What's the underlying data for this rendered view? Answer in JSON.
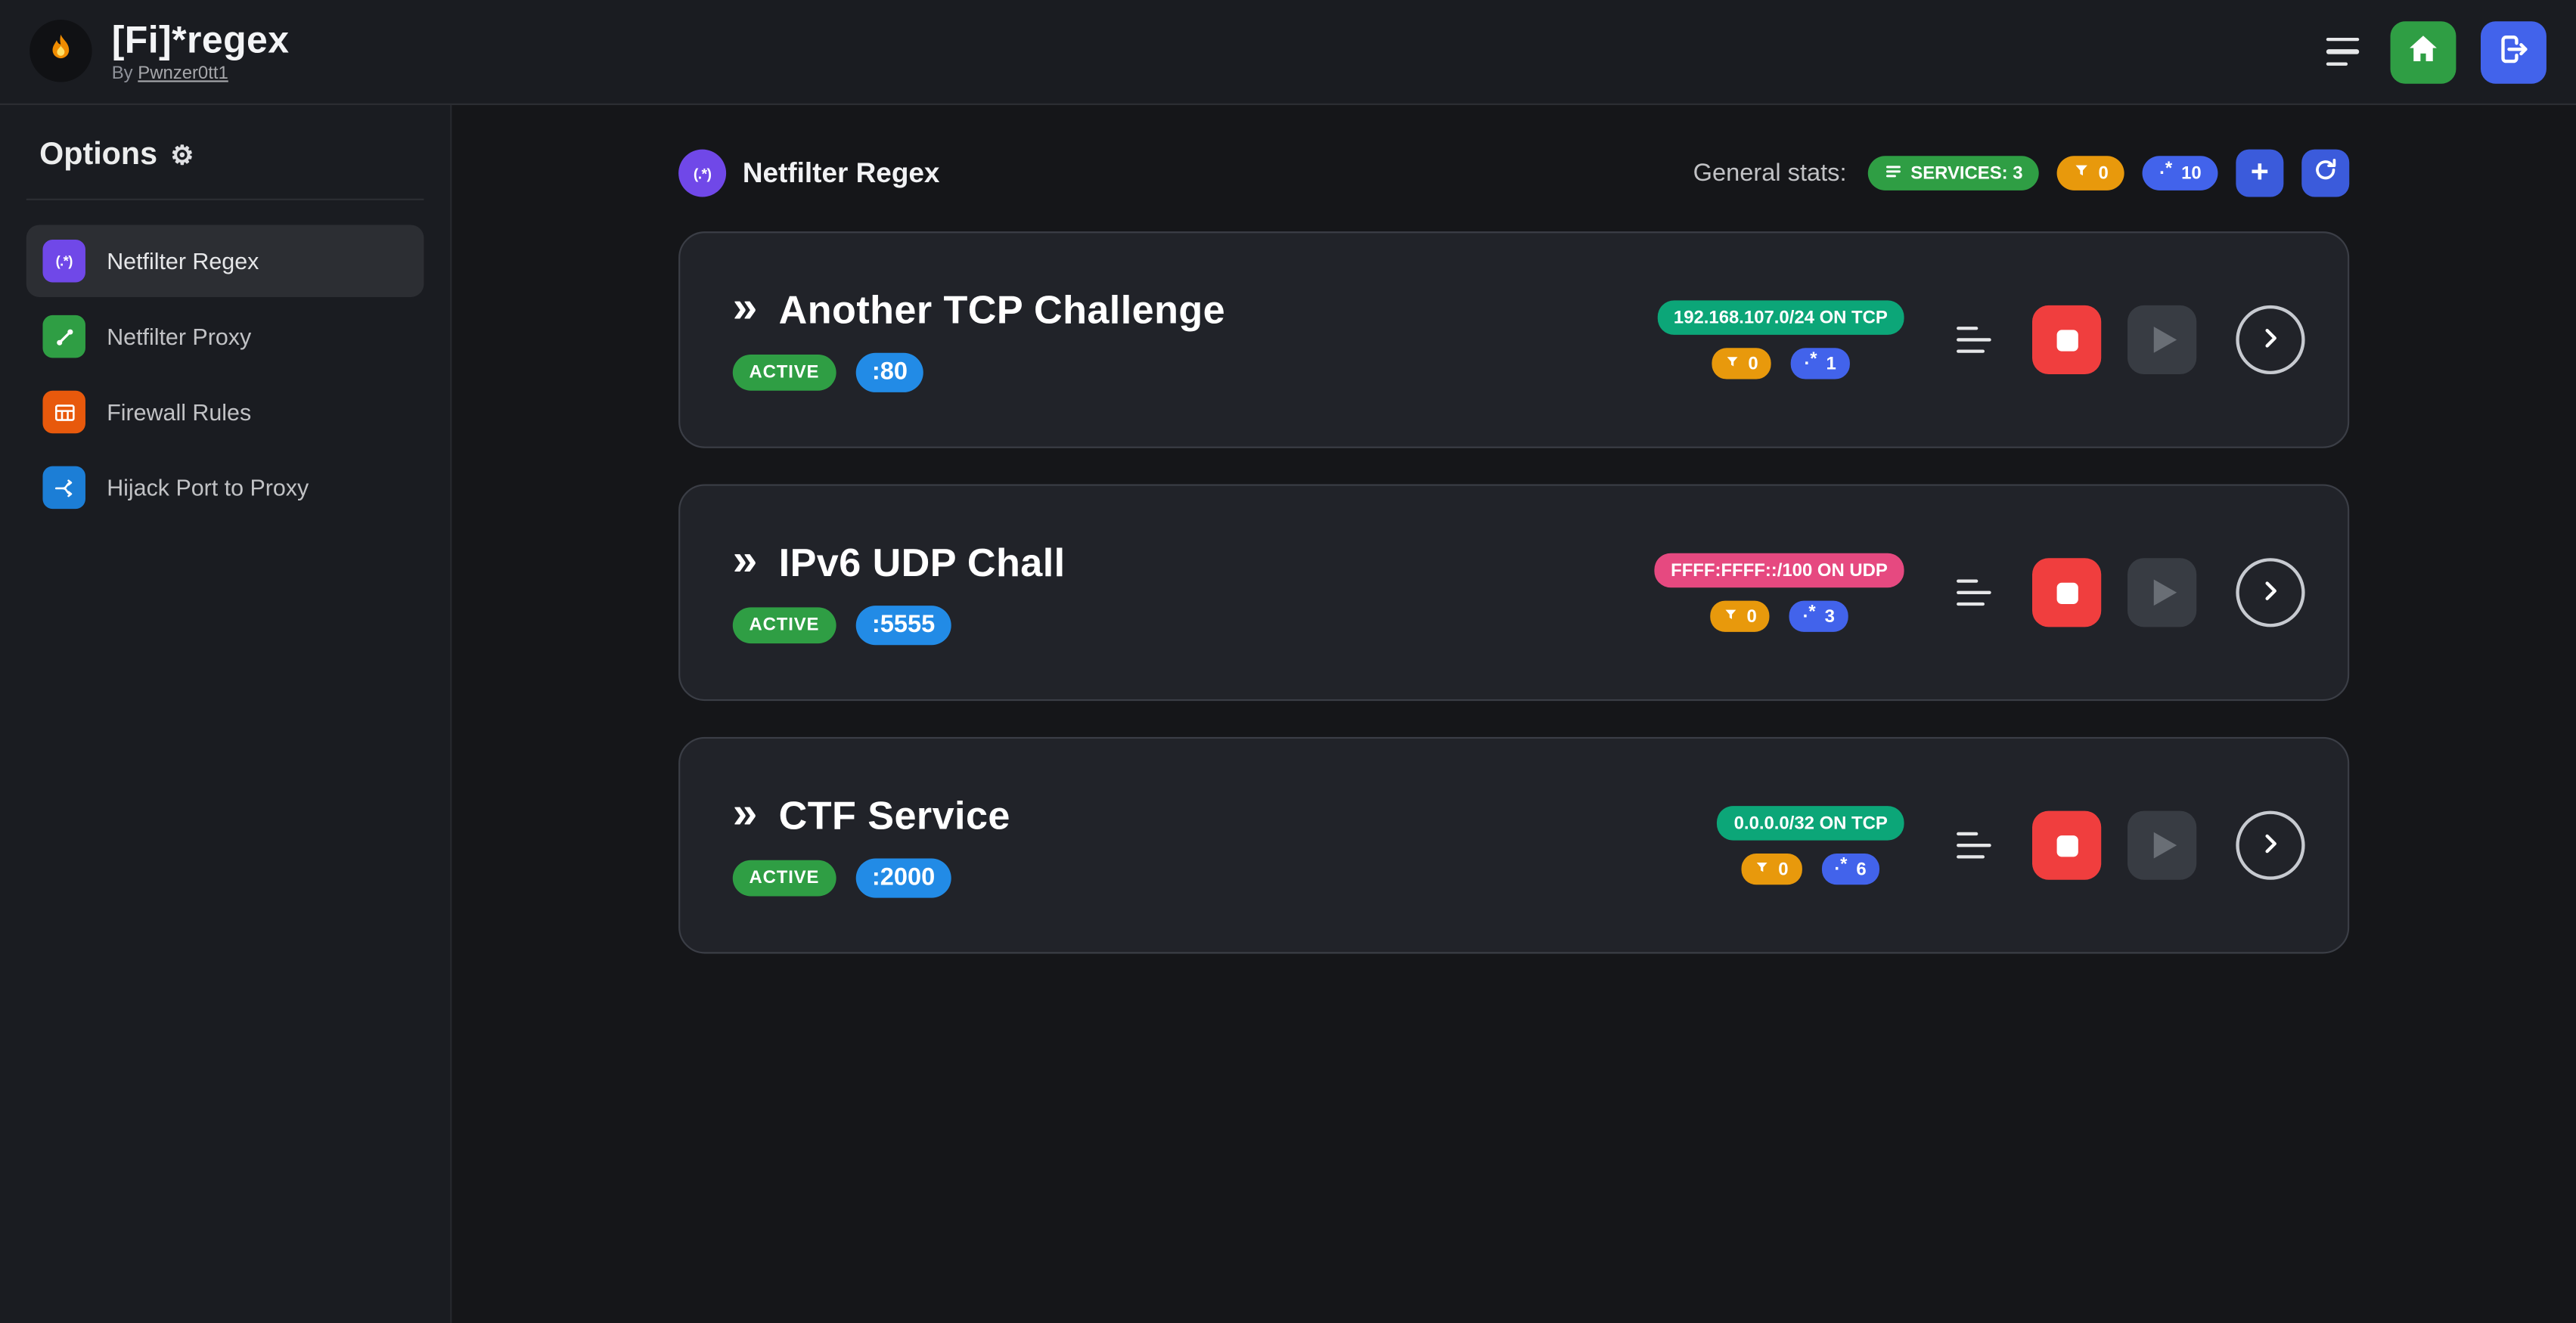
{
  "icons": {
    "gear": "⚙",
    "regex_glyph": ".*",
    "regex_paren": "(.*)",
    "double_chevron": "»",
    "plus": "+"
  },
  "colors": {
    "accent_green": "#2f9e44",
    "accent_blue": "#228be6",
    "accent_indigo": "#4263eb",
    "accent_orange": "#e8990c",
    "accent_red": "#f03e3e"
  },
  "header": {
    "title": "[Fi]*regex",
    "byline_prefix": "By",
    "byline_author": "Pwnzer0tt1"
  },
  "sidebar": {
    "heading": "Options",
    "items": [
      {
        "label": "Netfilter Regex",
        "icon_color": "#7048e8"
      },
      {
        "label": "Netfilter Proxy",
        "icon_color": "#2f9e44"
      },
      {
        "label": "Firewall Rules",
        "icon_color": "#e8590c"
      },
      {
        "label": "Hijack Port to Proxy",
        "icon_color": "#1c7ed6"
      }
    ]
  },
  "main": {
    "section_title": "Netfilter Regex",
    "general_stats_label": "General stats:",
    "stats": {
      "services_label": "SERVICES: 3",
      "filtered_count": "0",
      "regex_count": "10"
    },
    "services": [
      {
        "name": "Another TCP Challenge",
        "status": "ACTIVE",
        "port": ":80",
        "endpoint": "192.168.107.0/24 ON TCP",
        "endpoint_color": "#0ca678",
        "filtered": "0",
        "regexes": "1"
      },
      {
        "name": "IPv6 UDP Chall",
        "status": "ACTIVE",
        "port": ":5555",
        "endpoint": "FFFF:FFFF::/100 ON UDP",
        "endpoint_color": "#e64980",
        "filtered": "0",
        "regexes": "3"
      },
      {
        "name": "CTF Service",
        "status": "ACTIVE",
        "port": ":2000",
        "endpoint": "0.0.0.0/32 ON TCP",
        "endpoint_color": "#0ca678",
        "filtered": "0",
        "regexes": "6"
      }
    ]
  }
}
